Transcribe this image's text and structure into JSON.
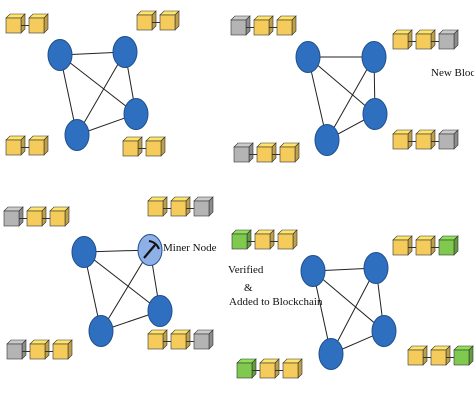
{
  "labels": {
    "new_block": "New Block",
    "miner_node": "Miner Node",
    "verified": "Verified",
    "ampersand": "&",
    "added_to_blockchain": "Added to Blockchain"
  },
  "colors": {
    "node": "#2f6fbf",
    "node_stroke": "#1f4f8f",
    "miner_node": "#8fb0e6",
    "block_yellow": "#f5cc5c",
    "block_gray": "#b4b4b4",
    "block_green": "#7fc94e",
    "edge": "#222222"
  },
  "panels": [
    {
      "id": "panel-1",
      "node_count": 4,
      "edges": [
        [
          0,
          1
        ],
        [
          0,
          2
        ],
        [
          0,
          3
        ],
        [
          1,
          2
        ],
        [
          1,
          3
        ],
        [
          2,
          3
        ]
      ],
      "chains": [
        {
          "blocks": [
            "yellow",
            "yellow"
          ]
        },
        {
          "blocks": [
            "yellow",
            "yellow"
          ]
        },
        {
          "blocks": [
            "yellow",
            "yellow"
          ]
        },
        {
          "blocks": [
            "yellow",
            "yellow"
          ]
        }
      ]
    },
    {
      "id": "panel-2",
      "node_count": 4,
      "edges": [
        [
          0,
          1
        ],
        [
          0,
          2
        ],
        [
          0,
          3
        ],
        [
          1,
          2
        ],
        [
          1,
          3
        ],
        [
          2,
          3
        ]
      ],
      "chains": [
        {
          "blocks": [
            "gray",
            "yellow",
            "yellow"
          ]
        },
        {
          "blocks": [
            "yellow",
            "yellow",
            "gray"
          ]
        },
        {
          "blocks": [
            "gray",
            "yellow",
            "yellow"
          ]
        },
        {
          "blocks": [
            "yellow",
            "yellow",
            "gray"
          ]
        }
      ]
    },
    {
      "id": "panel-3",
      "node_count": 4,
      "edges": [
        [
          0,
          1
        ],
        [
          0,
          2
        ],
        [
          0,
          3
        ],
        [
          1,
          2
        ],
        [
          1,
          3
        ],
        [
          2,
          3
        ]
      ],
      "chains": [
        {
          "blocks": [
            "gray",
            "yellow",
            "yellow"
          ]
        },
        {
          "blocks": [
            "yellow",
            "yellow",
            "gray"
          ]
        },
        {
          "blocks": [
            "gray",
            "yellow",
            "yellow"
          ]
        },
        {
          "blocks": [
            "yellow",
            "yellow",
            "gray"
          ]
        }
      ]
    },
    {
      "id": "panel-4",
      "node_count": 4,
      "edges": [
        [
          0,
          1
        ],
        [
          0,
          2
        ],
        [
          0,
          3
        ],
        [
          1,
          2
        ],
        [
          1,
          3
        ],
        [
          2,
          3
        ]
      ],
      "chains": [
        {
          "blocks": [
            "green",
            "yellow",
            "yellow"
          ]
        },
        {
          "blocks": [
            "yellow",
            "yellow",
            "green"
          ]
        },
        {
          "blocks": [
            "green",
            "yellow",
            "yellow"
          ]
        },
        {
          "blocks": [
            "yellow",
            "yellow",
            "green"
          ]
        }
      ]
    }
  ]
}
